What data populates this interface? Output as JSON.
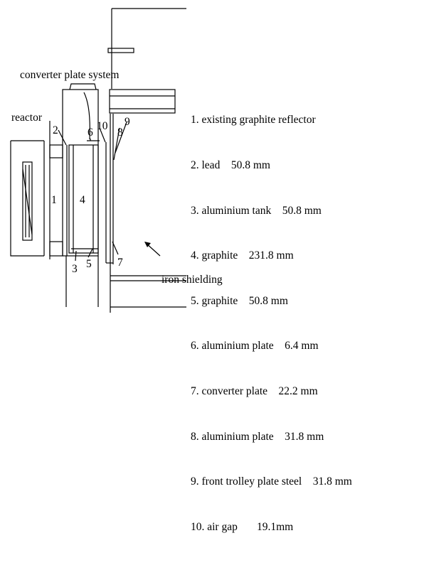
{
  "labels": {
    "system": "converter plate system",
    "reactor": "reactor",
    "iron": "iron shielding",
    "n1": "1",
    "n2": "2",
    "n3": "3",
    "n4": "4",
    "n5": "5",
    "n6": "6",
    "n7": "7",
    "n8": "8",
    "n9": "9",
    "n10": "10"
  },
  "legend": [
    "1. existing graphite reflector",
    "2. lead    50.8 mm",
    "3. aluminium tank    50.8 mm",
    "4. graphite    231.8 mm",
    "5. graphite    50.8 mm",
    "6. aluminium plate    6.4 mm",
    "7. converter plate    22.2 mm",
    "8. aluminium plate    31.8 mm",
    "9. front trolley plate steel    31.8 mm",
    "10. air gap       19.1mm"
  ]
}
